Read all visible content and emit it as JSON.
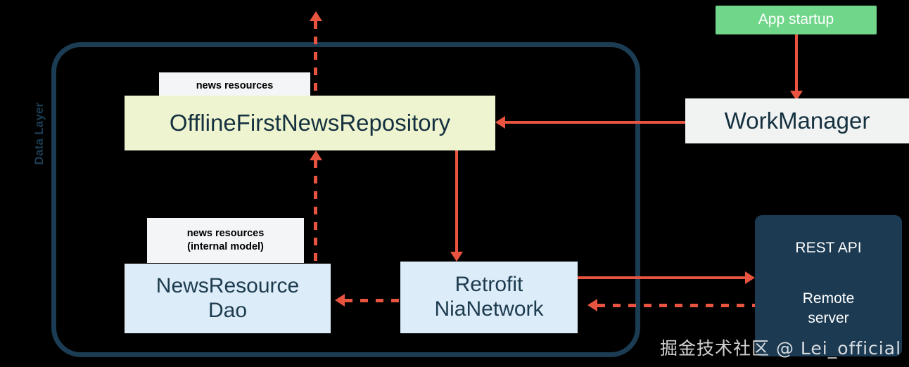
{
  "diagram": {
    "title": "Data Layer",
    "layer": {
      "label": "Data Layer",
      "border_color": "#1b3c52"
    },
    "nodes": {
      "repository": {
        "label": "OfflineFirstNewsRepository",
        "fill": "#eef4d0",
        "text_color": "#15313f"
      },
      "dao": {
        "line1": "NewsResource",
        "line2": "Dao",
        "fill": "#dcecf9",
        "text_color": "#1d3b4e"
      },
      "network": {
        "line1": "Retrofit",
        "line2": "NiaNetwork",
        "fill": "#dcecf9",
        "text_color": "#1d3b4e"
      },
      "workmanager": {
        "label": "WorkManager",
        "fill": "#f1f3f3",
        "text_color": "#15313f"
      },
      "app_startup": {
        "label": "App startup",
        "fill": "#6fd68a",
        "text_color": "#ffffff"
      },
      "remote_server": {
        "title": "REST API",
        "sub_line1": "Remote",
        "sub_line2": "server",
        "fill": "#1c3a52",
        "text_color": "#ffffff"
      }
    },
    "annotations": {
      "repo_chip": "news resources",
      "dao_chip_line1": "news resources",
      "dao_chip_line2": "(internal model)"
    },
    "connector_color": "#e8543f",
    "watermark": "掘金技术社区 @ Lei_official"
  },
  "chart_data": {
    "type": "diagram",
    "title": "Data Layer",
    "nodes": [
      {
        "id": "app_startup",
        "label": "App startup",
        "fill": "#6fd68a",
        "group": "external"
      },
      {
        "id": "workmanager",
        "label": "WorkManager",
        "fill": "#f1f3f3",
        "group": "external"
      },
      {
        "id": "repository",
        "label": "OfflineFirstNewsRepository",
        "fill": "#eef4d0",
        "group": "data-layer"
      },
      {
        "id": "dao",
        "label": "NewsResourceDao",
        "fill": "#dcecf9",
        "group": "data-layer"
      },
      {
        "id": "network",
        "label": "Retrofit NiaNetwork",
        "fill": "#dcecf9",
        "group": "data-layer"
      },
      {
        "id": "remote_server",
        "label": "REST API Remote server",
        "fill": "#1c3a52",
        "group": "external"
      }
    ],
    "edges": [
      {
        "from": "app_startup",
        "to": "workmanager",
        "style": "solid",
        "direction": "down"
      },
      {
        "from": "workmanager",
        "to": "repository",
        "style": "solid",
        "direction": "left"
      },
      {
        "from": "repository",
        "to": "network",
        "style": "solid",
        "direction": "down"
      },
      {
        "from": "network",
        "to": "remote_server",
        "style": "solid",
        "direction": "right"
      },
      {
        "from": "remote_server",
        "to": "network",
        "style": "dashed",
        "direction": "left"
      },
      {
        "from": "network",
        "to": "dao",
        "style": "dashed",
        "direction": "left",
        "label": "news resources (internal model)"
      },
      {
        "from": "dao",
        "to": "repository",
        "style": "dashed",
        "direction": "up",
        "label": "news resources (internal model)"
      },
      {
        "from": "repository",
        "to": "ui",
        "style": "dashed",
        "direction": "up",
        "label": "news resources"
      }
    ]
  }
}
